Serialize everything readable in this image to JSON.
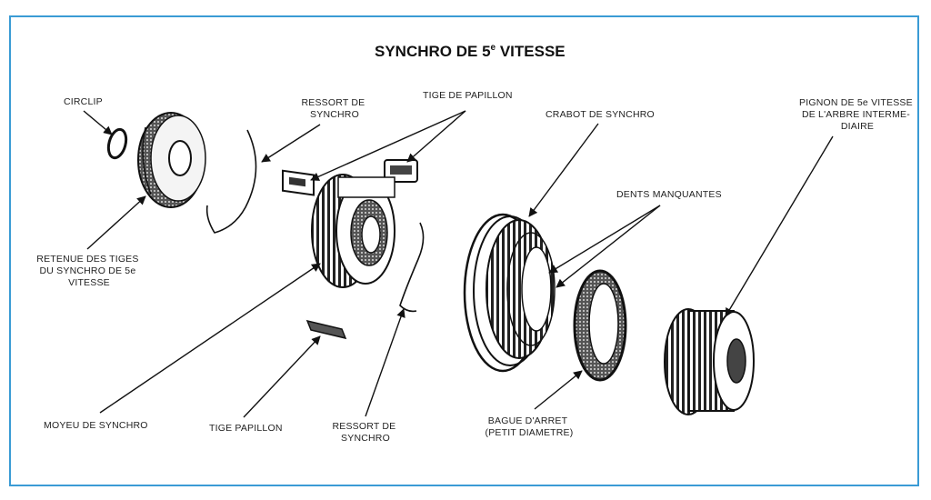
{
  "title": {
    "main": "SYNCHRO DE 5",
    "sup": "e",
    "tail": " VITESSE"
  },
  "labels": {
    "circlip": "CIRCLIP",
    "ressort_top_1": "RESSORT DE",
    "ressort_top_2": "SYNCHRO",
    "tige_de_papillon": "TIGE DE PAPILLON",
    "crabot": "CRABOT DE SYNCHRO",
    "pignon_1": "PIGNON DE 5e VITESSE",
    "pignon_2": "DE L'ARBRE INTERME-",
    "pignon_3": "DIAIRE",
    "dents": "DENTS MANQUANTES",
    "retenue_1": "RETENUE DES TIGES",
    "retenue_2": "DU SYNCHRO DE 5e",
    "retenue_3": "VITESSE",
    "moyeu": "MOYEU DE SYNCHRO",
    "tige_papillon": "TIGE PAPILLON",
    "ressort_bot_1": "RESSORT DE",
    "ressort_bot_2": "SYNCHRO",
    "bague_1": "BAGUE D'ARRET",
    "bague_2": "(PETIT DIAMETRE)"
  },
  "colors": {
    "frame": "#3a9bd5",
    "ink": "#111111"
  }
}
